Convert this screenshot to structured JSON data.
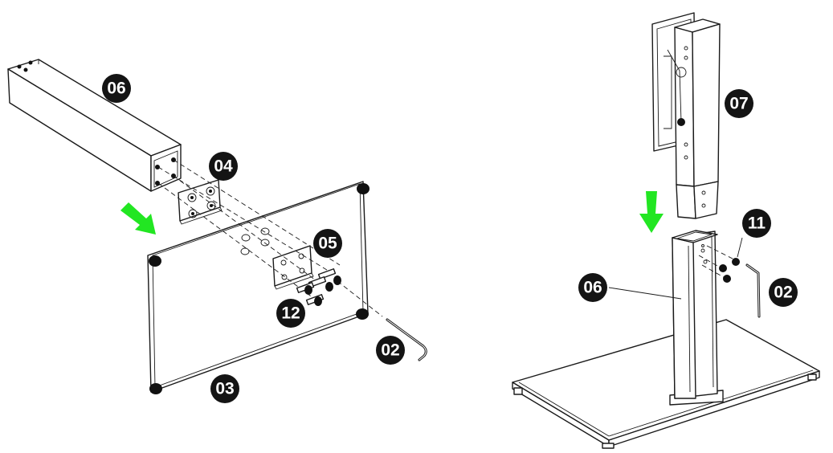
{
  "badges": {
    "left_06": "06",
    "left_04": "04",
    "left_05": "05",
    "left_12": "12",
    "left_02": "02",
    "left_03": "03",
    "right_07": "07",
    "right_11": "11",
    "right_06": "06",
    "right_02": "02"
  },
  "colors": {
    "arrow": "#22e622",
    "badge": "#141414",
    "badge_text": "#ffffff",
    "line": "#1a1a1a"
  }
}
